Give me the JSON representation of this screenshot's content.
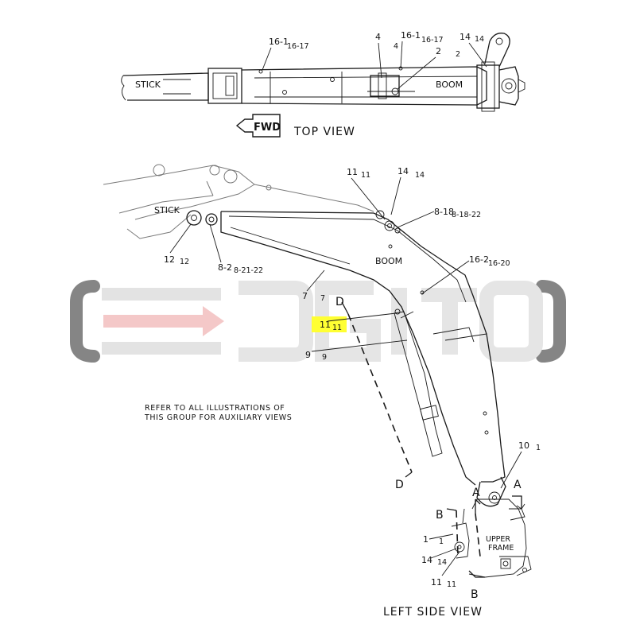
{
  "views": {
    "top_view": "TOP VIEW",
    "left_side_view": "LEFT SIDE VIEW",
    "fwd": "FWD"
  },
  "note": {
    "line1": "REFER TO ALL ILLUSTRATIONS OF",
    "line2": "THIS GROUP FOR AUXILIARY VIEWS"
  },
  "parts": {
    "stick": "STICK",
    "boom": "BOOM",
    "upper_frame_1": "UPPER",
    "upper_frame_2": "FRAME"
  },
  "section_markers": {
    "a": "A",
    "b": "B",
    "d": "D"
  },
  "callouts": {
    "c1": "1",
    "c2": "2",
    "c4": "4",
    "c7": "7",
    "c9": "9",
    "c10": "10",
    "c11": "11",
    "c12": "12",
    "c14": "14",
    "c16_17": "16-17",
    "c16_20": "16-20",
    "c8_18_22": "8-18-22",
    "c8_21_22": "8-21-22",
    "c16_17_trunc": "16-1",
    "c16_20_trunc": "16-2",
    "c8_18_trunc": "8-18",
    "c8_21_trunc": "8-2",
    "c10_trunc": "1"
  },
  "highlight": {
    "label": "11",
    "color": "#ffff33"
  },
  "watermark": {
    "color": "#d9d9d9",
    "arrow_color": "#f4c6c6",
    "frame_color": "#7f7f7f"
  }
}
